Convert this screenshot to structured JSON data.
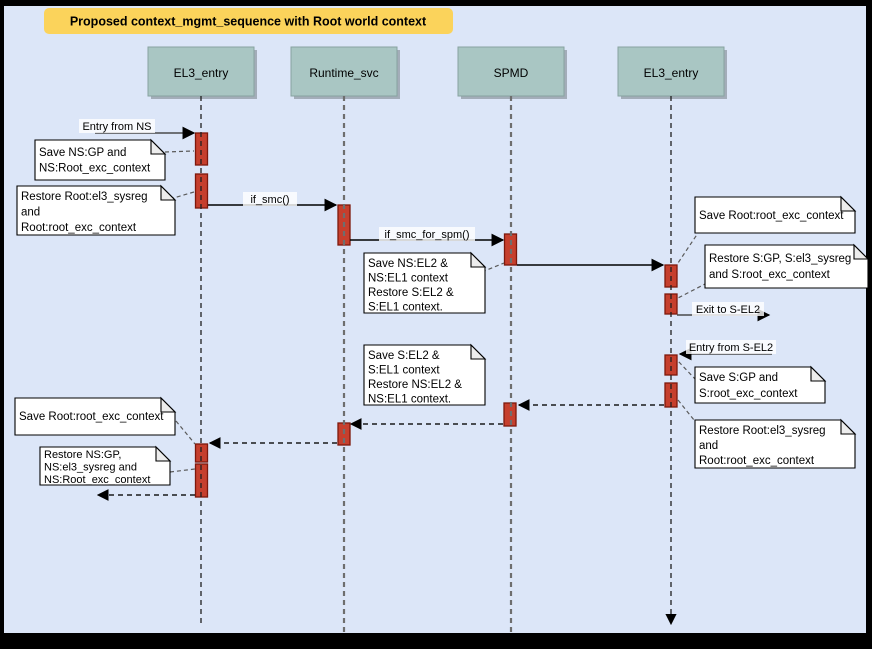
{
  "title": "Proposed context_mgmt_sequence with Root world context",
  "lifelines": [
    {
      "label": "EL3_entry"
    },
    {
      "label": "Runtime_svc"
    },
    {
      "label": "SPMD"
    },
    {
      "label": "EL3_entry"
    }
  ],
  "messages": {
    "entry_from_ns": "Entry from NS",
    "if_smc": "if_smc()",
    "if_smc_for_spm": "if_smc_for_spm()",
    "exit_to_sel2": "Exit to S-EL2",
    "entry_from_sel2": "Entry from S-EL2"
  },
  "notes": {
    "save_ns_gp": {
      "lines": [
        "Save NS:GP and",
        "NS:Root_exc_context"
      ]
    },
    "restore_root_left": {
      "lines": [
        "Restore Root:el3_sysreg",
        "and",
        "Root:root_exc_context"
      ]
    },
    "save_ns_el2": {
      "lines": [
        "Save NS:EL2 &",
        "NS:EL1 context",
        "Restore S:EL2 &",
        "S:EL1 context."
      ]
    },
    "save_root_exc_right": {
      "lines": [
        "Save Root:root_exc_context"
      ]
    },
    "restore_s_gp": {
      "lines": [
        "Restore S:GP, S:el3_sysreg",
        "and S:root_exc_context"
      ]
    },
    "save_s_el2": {
      "lines": [
        "Save S:EL2 &",
        "S:EL1 context",
        "Restore NS:EL2 &",
        "NS:EL1 context."
      ]
    },
    "save_s_gp": {
      "lines": [
        "Save S:GP and",
        "S:root_exc_context"
      ]
    },
    "restore_root_right": {
      "lines": [
        "Restore Root:el3_sysreg",
        "and",
        "Root:root_exc_context"
      ]
    },
    "save_root_exc_left": {
      "lines": [
        "Save Root:root_exc_context"
      ]
    },
    "restore_ns_gp": {
      "lines": [
        "Restore NS:GP,",
        "NS:el3_sysreg and",
        "NS:Root_exc_context"
      ]
    }
  },
  "colors": {
    "background": "#dce6f8",
    "frame": "#000000",
    "title_bg": "#fbd35b",
    "lifeline_head_fill": "#a9c6c3",
    "activation_fill": "#c63f2d",
    "activation_border": "#7e180c",
    "note_fill": "#ffffff",
    "arrow": "#000000"
  }
}
